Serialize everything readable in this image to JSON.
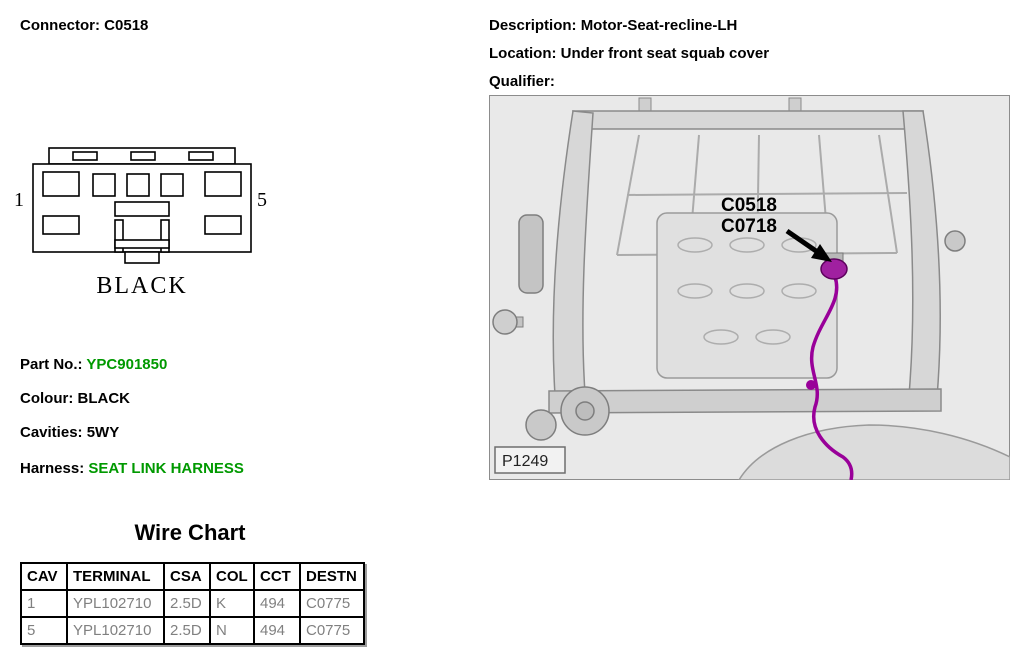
{
  "header": {
    "connector_label": "Connector:",
    "connector_value": "C0518",
    "description_label": "Description:",
    "description_value": "Motor-Seat-recline-LH",
    "location_label": "Location:",
    "location_value": "Under front seat squab cover",
    "qualifier_label": "Qualifier:"
  },
  "connector_diagram": {
    "pin_first": "1",
    "pin_last": "5",
    "housing_color": "BLACK"
  },
  "details": {
    "part_label": "Part No.:",
    "part_value": "YPC901850",
    "colour_label": "Colour:",
    "colour_value": "BLACK",
    "cavities_label": "Cavities:",
    "cavities_value": "5WY",
    "harness_label": "Harness:",
    "harness_value": "SEAT LINK HARNESS"
  },
  "photo": {
    "callout_line1": "C0518",
    "callout_line2": "C0718",
    "figure_ref": "P1249"
  },
  "wire_chart": {
    "title": "Wire Chart",
    "columns": [
      "CAV",
      "TERMINAL",
      "CSA",
      "COL",
      "CCT",
      "DESTN"
    ],
    "rows": [
      [
        "1",
        "YPL102710",
        "2.5D",
        "K",
        "494",
        "C0775"
      ],
      [
        "5",
        "YPL102710",
        "2.5D",
        "N",
        "494",
        "C0775"
      ]
    ]
  },
  "colors": {
    "value_green": "#009900",
    "wire_magenta": "#990099",
    "table_text_gray": "#808080"
  }
}
